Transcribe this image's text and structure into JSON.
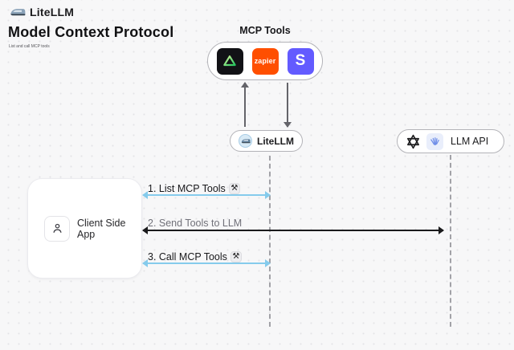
{
  "header": {
    "logo_text": "LiteLLM"
  },
  "title": "Model Context Protocol",
  "subtitle": "List and call MCP tools",
  "mcp_tools": {
    "label": "MCP Tools",
    "icons": [
      {
        "name": "green-triangle-tool"
      },
      {
        "name": "zapier",
        "text": "zapier"
      },
      {
        "name": "stripe",
        "text": "S"
      }
    ]
  },
  "nodes": {
    "litellm": {
      "label": "LiteLLM"
    },
    "llm_api": {
      "label": "LLM API"
    },
    "client": {
      "label": "Client Side App"
    }
  },
  "messages": [
    {
      "label": "1. List MCP Tools",
      "tool_icon": "⚒",
      "style": "blue"
    },
    {
      "label": "2. Send Tools to LLM",
      "style": "black"
    },
    {
      "label": "3. Call MCP Tools",
      "tool_icon": "⚒",
      "style": "blue"
    }
  ],
  "colors": {
    "background": "#f7f7f8",
    "blue_arrow": "#85cbec",
    "black_arrow": "#1a1a1c",
    "zapier_orange": "#ff4f00",
    "stripe_purple": "#635bff"
  }
}
